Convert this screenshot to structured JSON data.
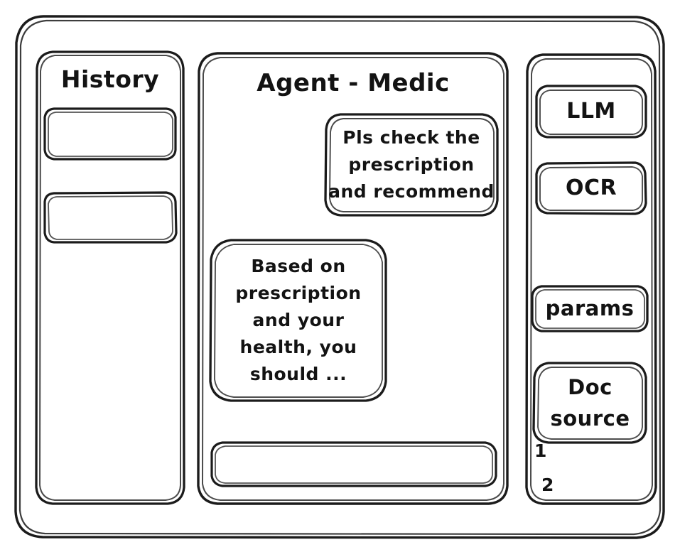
{
  "window": {
    "name": "agent-medic-wireframe"
  },
  "sidebar": {
    "title": "History",
    "items": [
      {
        "label": ""
      },
      {
        "label": ""
      }
    ]
  },
  "main": {
    "title": "Agent - Medic",
    "messages": [
      {
        "role": "user",
        "text": "Pls check the\nprescription\nand recommend"
      },
      {
        "role": "assistant",
        "text": "Based on\nprescription\nand your\nhealth, you\nshould ..."
      }
    ],
    "composer": {
      "value": "",
      "placeholder": ""
    }
  },
  "tools": {
    "buttons": [
      {
        "label": "LLM"
      },
      {
        "label": "OCR"
      },
      {
        "label": "params"
      }
    ],
    "doc_source": {
      "label": "Doc\nsource",
      "items": [
        "1",
        "2"
      ]
    }
  },
  "colors": {
    "stroke": "#1b1b1b",
    "background": "#ffffff",
    "text": "#131313"
  }
}
